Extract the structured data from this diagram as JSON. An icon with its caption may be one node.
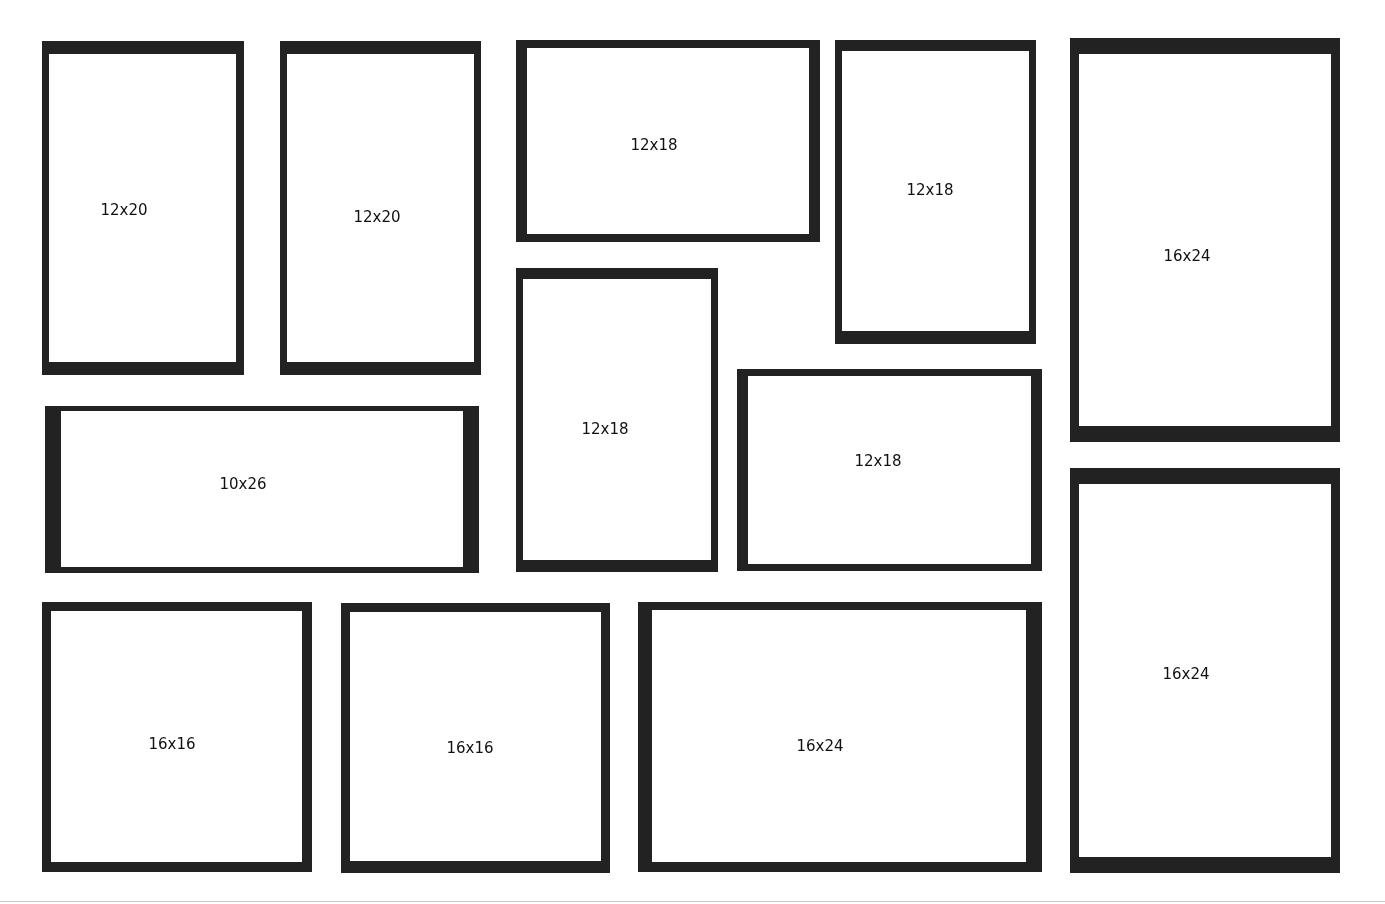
{
  "diagram": {
    "nodes": [
      {
        "text": [
          "12x20"
        ]
      },
      {
        "text": [
          "12x20"
        ]
      },
      {
        "text": [
          "12x18"
        ]
      },
      {
        "text": [
          "12x18"
        ]
      },
      {
        "text": [
          "16x24"
        ]
      },
      {
        "text": [
          "12x18"
        ]
      },
      {
        "text": [
          "12x18"
        ]
      },
      {
        "text": [
          "10x26"
        ]
      },
      {
        "text": [
          "16x24"
        ]
      },
      {
        "text": [
          "16x16"
        ]
      },
      {
        "text": [
          "16x16"
        ]
      },
      {
        "text": [
          "16x24"
        ]
      }
    ]
  }
}
